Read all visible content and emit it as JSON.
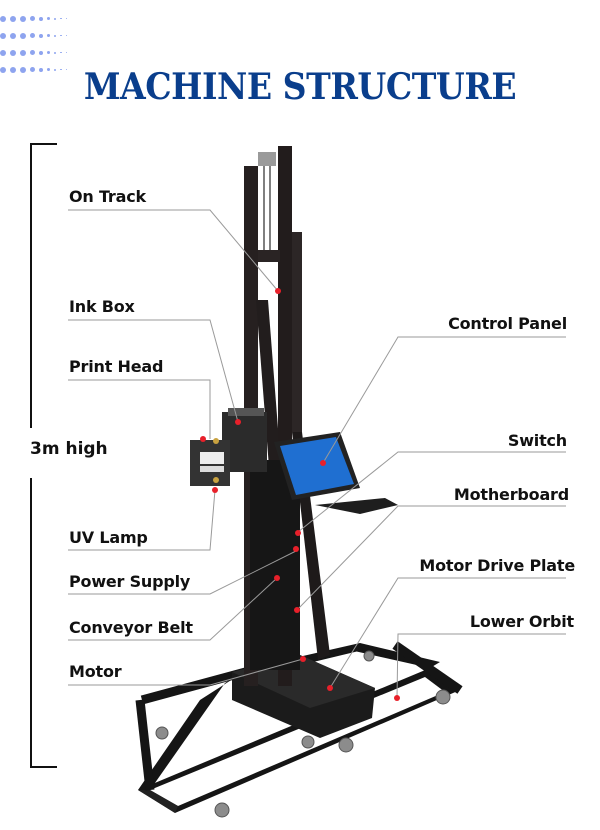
{
  "header": {
    "title": "MACHINE STRUCTURE",
    "title_color": "#0a3e8c",
    "decoration": "dot-grid-pattern"
  },
  "dimension": {
    "label": "3m high"
  },
  "labels_left": [
    {
      "id": "on-track",
      "label": "On Track"
    },
    {
      "id": "ink-box",
      "label": "Ink Box"
    },
    {
      "id": "print-head",
      "label": "Print Head"
    },
    {
      "id": "uv-lamp",
      "label": "UV Lamp"
    },
    {
      "id": "power-supply",
      "label": "Power Supply"
    },
    {
      "id": "conveyor-belt",
      "label": "Conveyor Belt"
    },
    {
      "id": "motor",
      "label": "Motor"
    }
  ],
  "labels_right": [
    {
      "id": "control-panel",
      "label": "Control Panel"
    },
    {
      "id": "switch",
      "label": "Switch"
    },
    {
      "id": "motherboard",
      "label": "Motherboard"
    },
    {
      "id": "motor-drive-plate",
      "label": "Motor Drive Plate"
    },
    {
      "id": "lower-orbit",
      "label": "Lower Orbit"
    }
  ],
  "colors": {
    "marker": "#e8202a",
    "leader_line": "#9a9a9a",
    "machine": "#1c1c1c",
    "screen": "#1f6fd1"
  }
}
